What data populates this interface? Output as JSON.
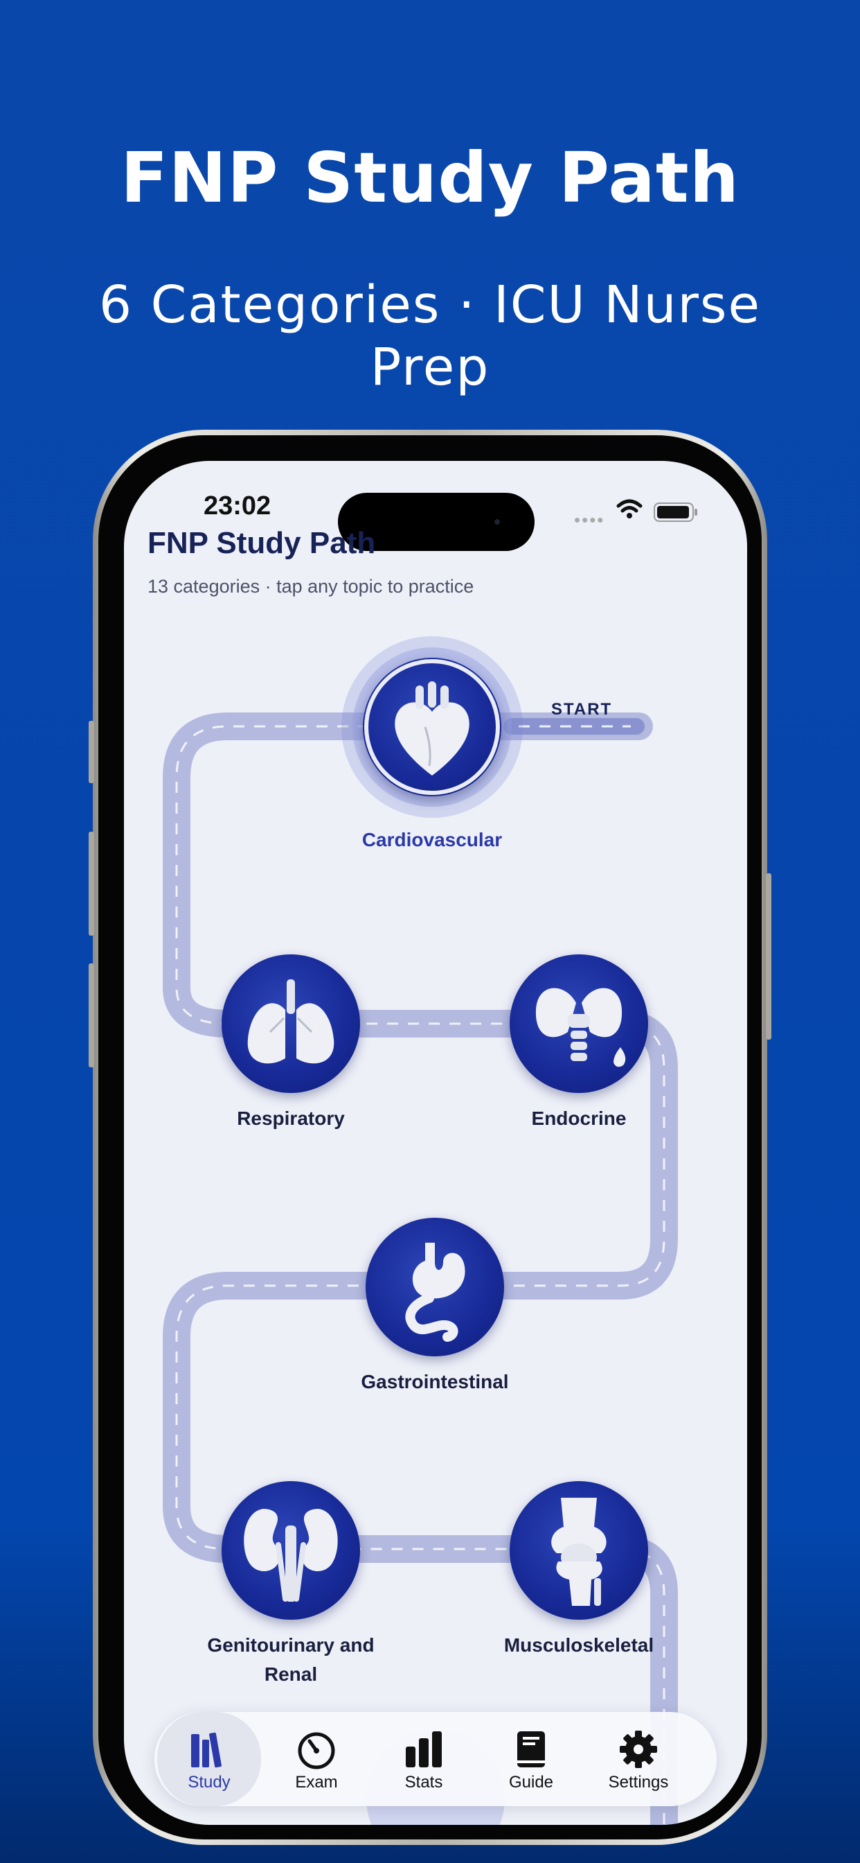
{
  "promo": {
    "title": "FNP Study Path",
    "subtitle": "6 Categories · ICU Nurse Prep"
  },
  "status_bar": {
    "time": "23:02",
    "icons": [
      "signal-dots-icon",
      "wifi-icon",
      "battery-icon"
    ]
  },
  "header": {
    "title": "FNP Study Path",
    "subtitle": "13 categories · tap any topic to practice"
  },
  "path": {
    "start_label": "START",
    "nodes": [
      {
        "label": "Cardiovascular",
        "icon": "heart-icon",
        "state": "current"
      },
      {
        "label": "Respiratory",
        "icon": "lungs-icon"
      },
      {
        "label": "Endocrine",
        "icon": "thyroid-icon"
      },
      {
        "label": "Gastrointestinal",
        "icon": "stomach-icon"
      },
      {
        "label": "Genitourinary and Renal",
        "icon": "kidneys-icon"
      },
      {
        "label": "Musculoskeletal",
        "icon": "knee-joint-icon"
      }
    ]
  },
  "tabbar": {
    "items": [
      {
        "label": "Study",
        "icon": "books-icon",
        "active": true
      },
      {
        "label": "Exam",
        "icon": "timer-icon"
      },
      {
        "label": "Stats",
        "icon": "bar-chart-icon"
      },
      {
        "label": "Guide",
        "icon": "book-icon"
      },
      {
        "label": "Settings",
        "icon": "gear-icon"
      }
    ]
  },
  "colors": {
    "background": "#0a47ab",
    "accent": "#182b99",
    "path": "#aeb5e3",
    "title_text": "#172257"
  }
}
